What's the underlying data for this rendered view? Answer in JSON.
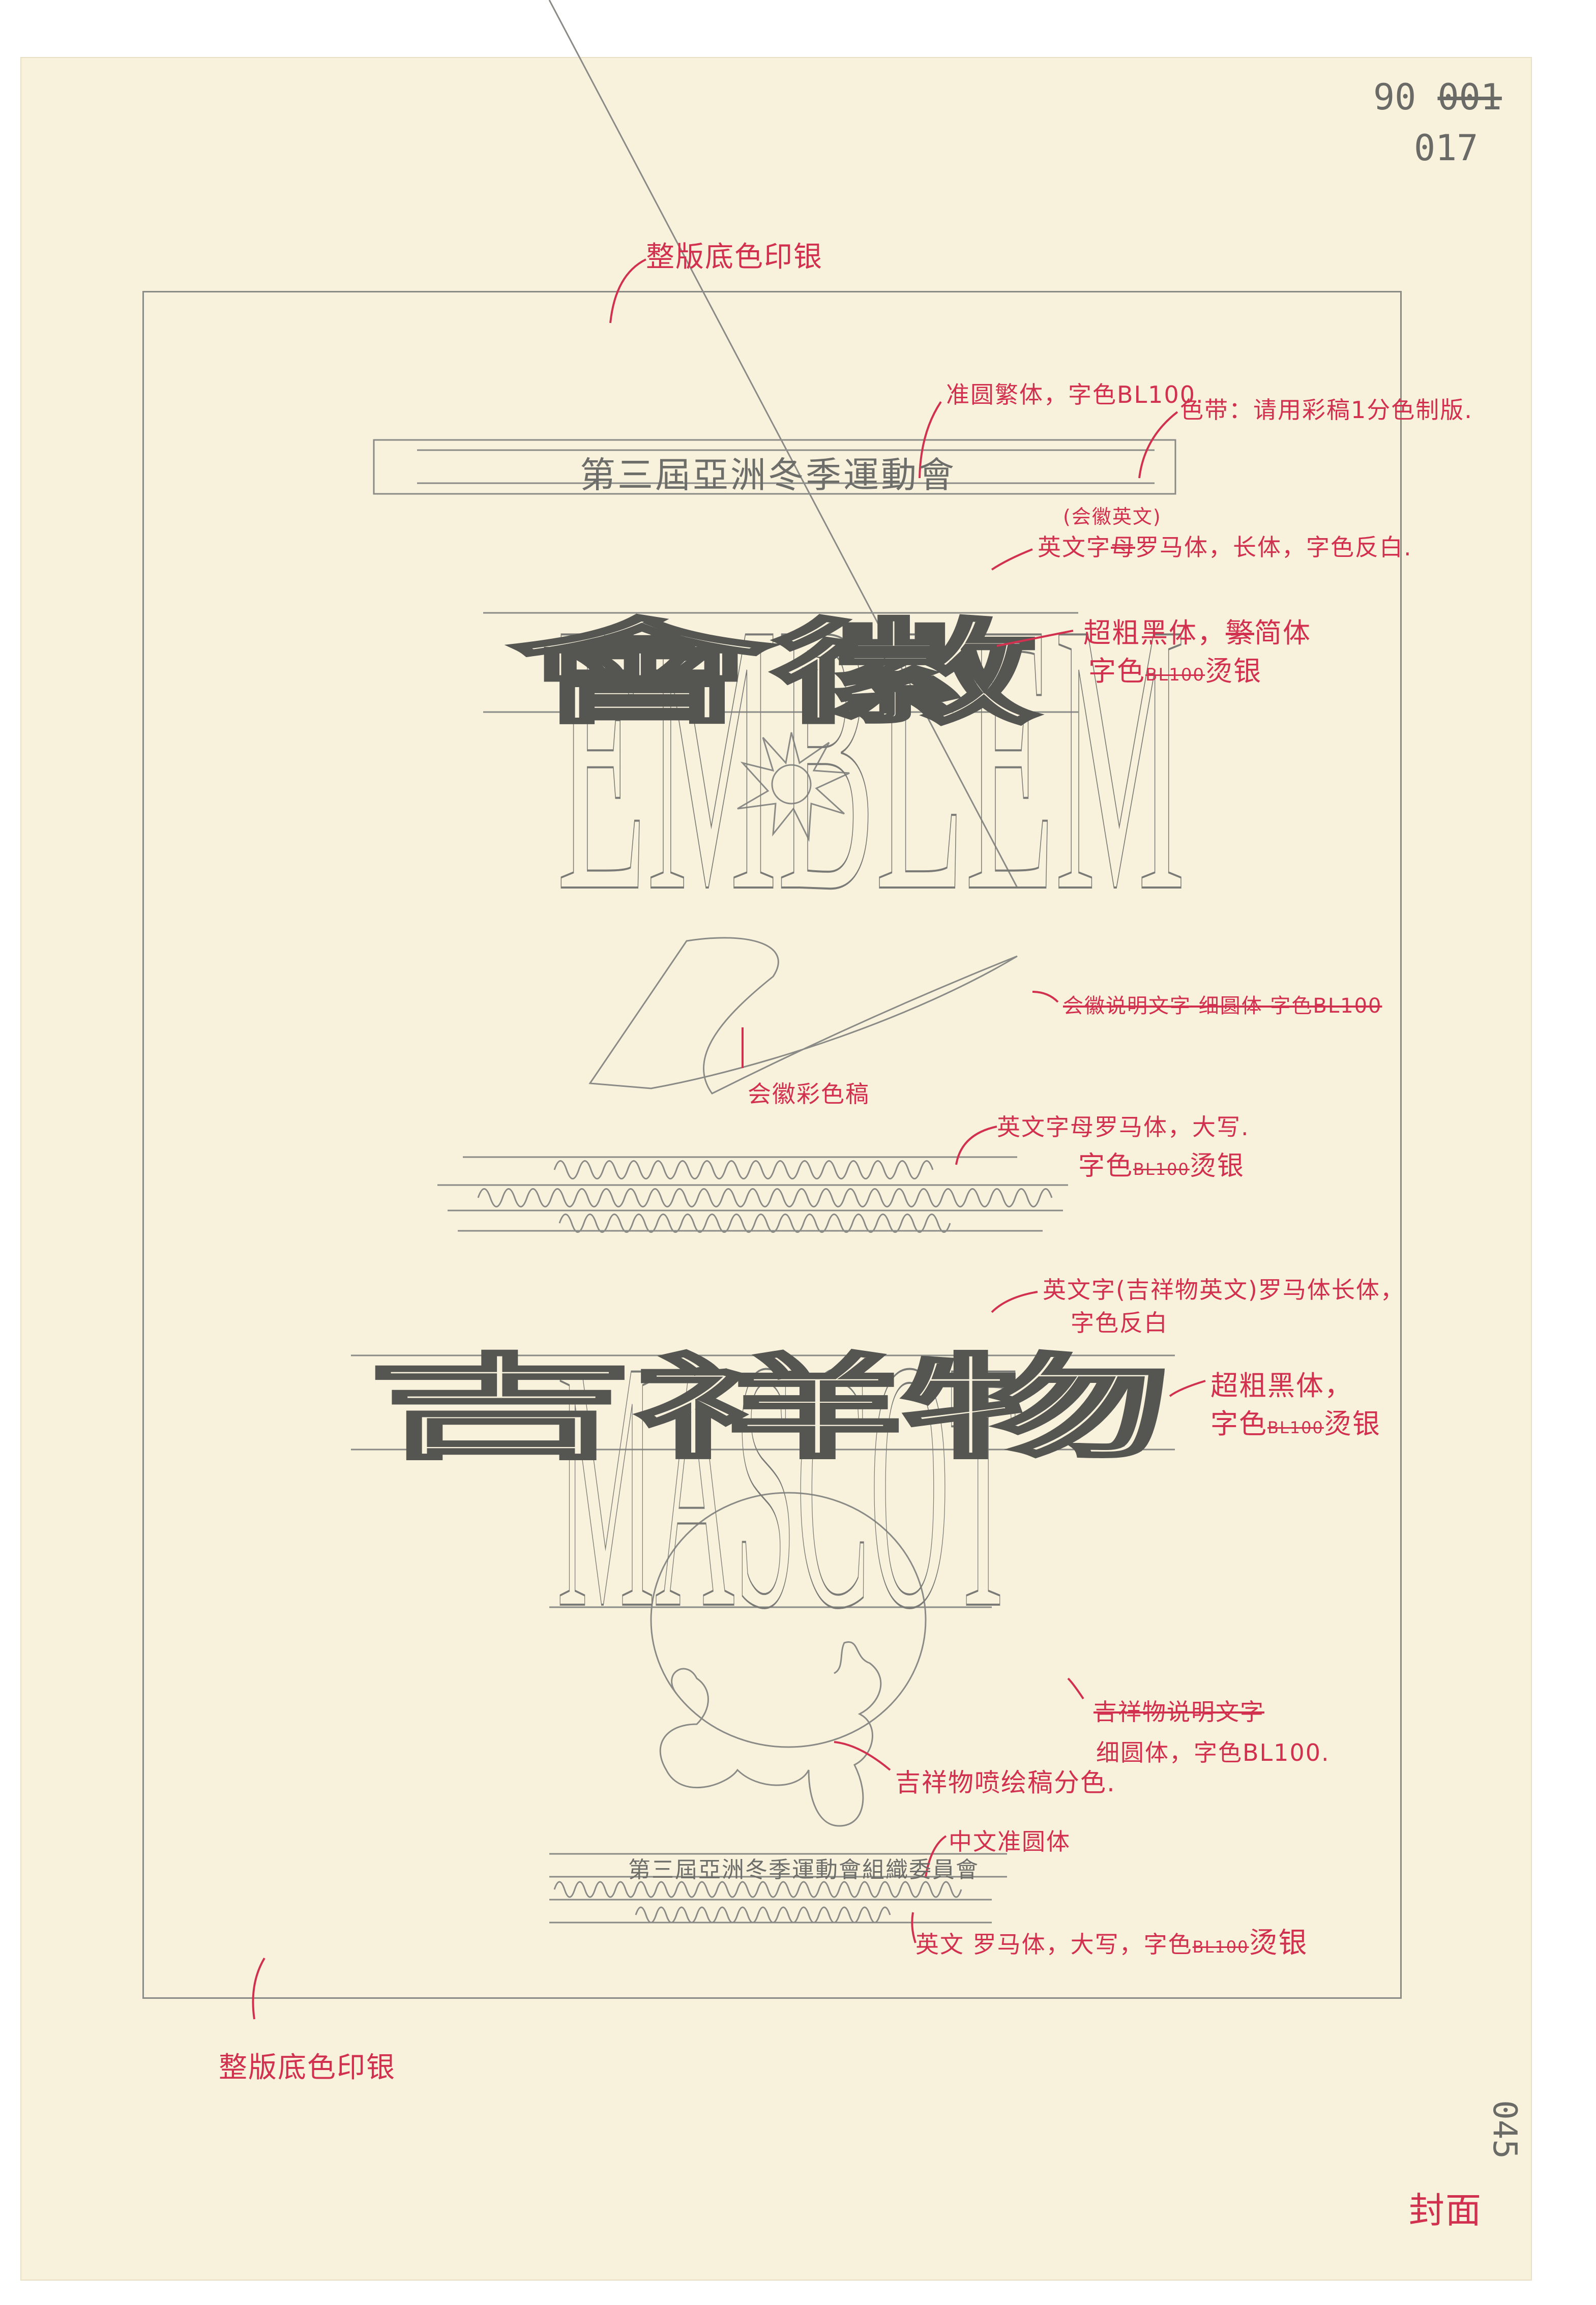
{
  "page_numbers": {
    "archive_prefix": "90",
    "archive_number_struck": "001",
    "archive_number": "017",
    "handwritten_page": "045"
  },
  "cover_label": "封面",
  "background_note_top": "整版底色印银",
  "background_note_bottom": "整版底色印银",
  "header_band": {
    "title": "第三屆亞洲冬季運動會",
    "note_font": "准圆繁体，字色BL100.",
    "note_color_band": "色带：请用彩稿1分色制版."
  },
  "emblem": {
    "english_word": "EMBLEM",
    "chinese_title": "會徽",
    "note_en_insert": "(会徽英文)",
    "note_en_prefix": "英文字",
    "note_en_struck": "母",
    "note_en_rest": "罗马体，长体，字色反白.",
    "note_cn_line1_a": "超粗黑体，",
    "note_cn_line1_struck": "繁",
    "note_cn_line1_b": "简体",
    "note_cn_line2_a": "字色",
    "note_cn_line2_struck": "BL100",
    "note_cn_line2_b": "烫银",
    "note_description": "会徽说明文字 细圆体 字色BL100",
    "note_artwork": "会徽彩色稿"
  },
  "english_text_block": {
    "note_line1": "英文字母罗马体，大写.",
    "note_line2_a": "字色",
    "note_line2_struck": "BL100",
    "note_line2_b": "烫银"
  },
  "mascot": {
    "english_word": "MASCOT",
    "chinese_title": "吉祥物",
    "note_en_line1": "英文字(吉祥物英文)罗马体长体，",
    "note_en_line2": "字色反白",
    "note_cn_line1": "超粗黑体，",
    "note_cn_line2_a": "字色",
    "note_cn_line2_struck": "BL100",
    "note_cn_line2_b": "烫银",
    "note_description_struck": "吉祥物说明文字",
    "note_description": "细圆体，字色BL100.",
    "note_artwork": "吉祥物喷绘稿分色."
  },
  "footer": {
    "organizer": "第三屆亞洲冬季運動會組織委員會",
    "note_cn": "中文准圆体",
    "note_en_a": "英文 罗马体，大写，字色",
    "note_en_struck": "BL100",
    "note_en_b": "烫银"
  },
  "colors": {
    "paper": "#f8f2dd",
    "pencil": "#6d6d6a",
    "red_ink": "#d2304f"
  }
}
